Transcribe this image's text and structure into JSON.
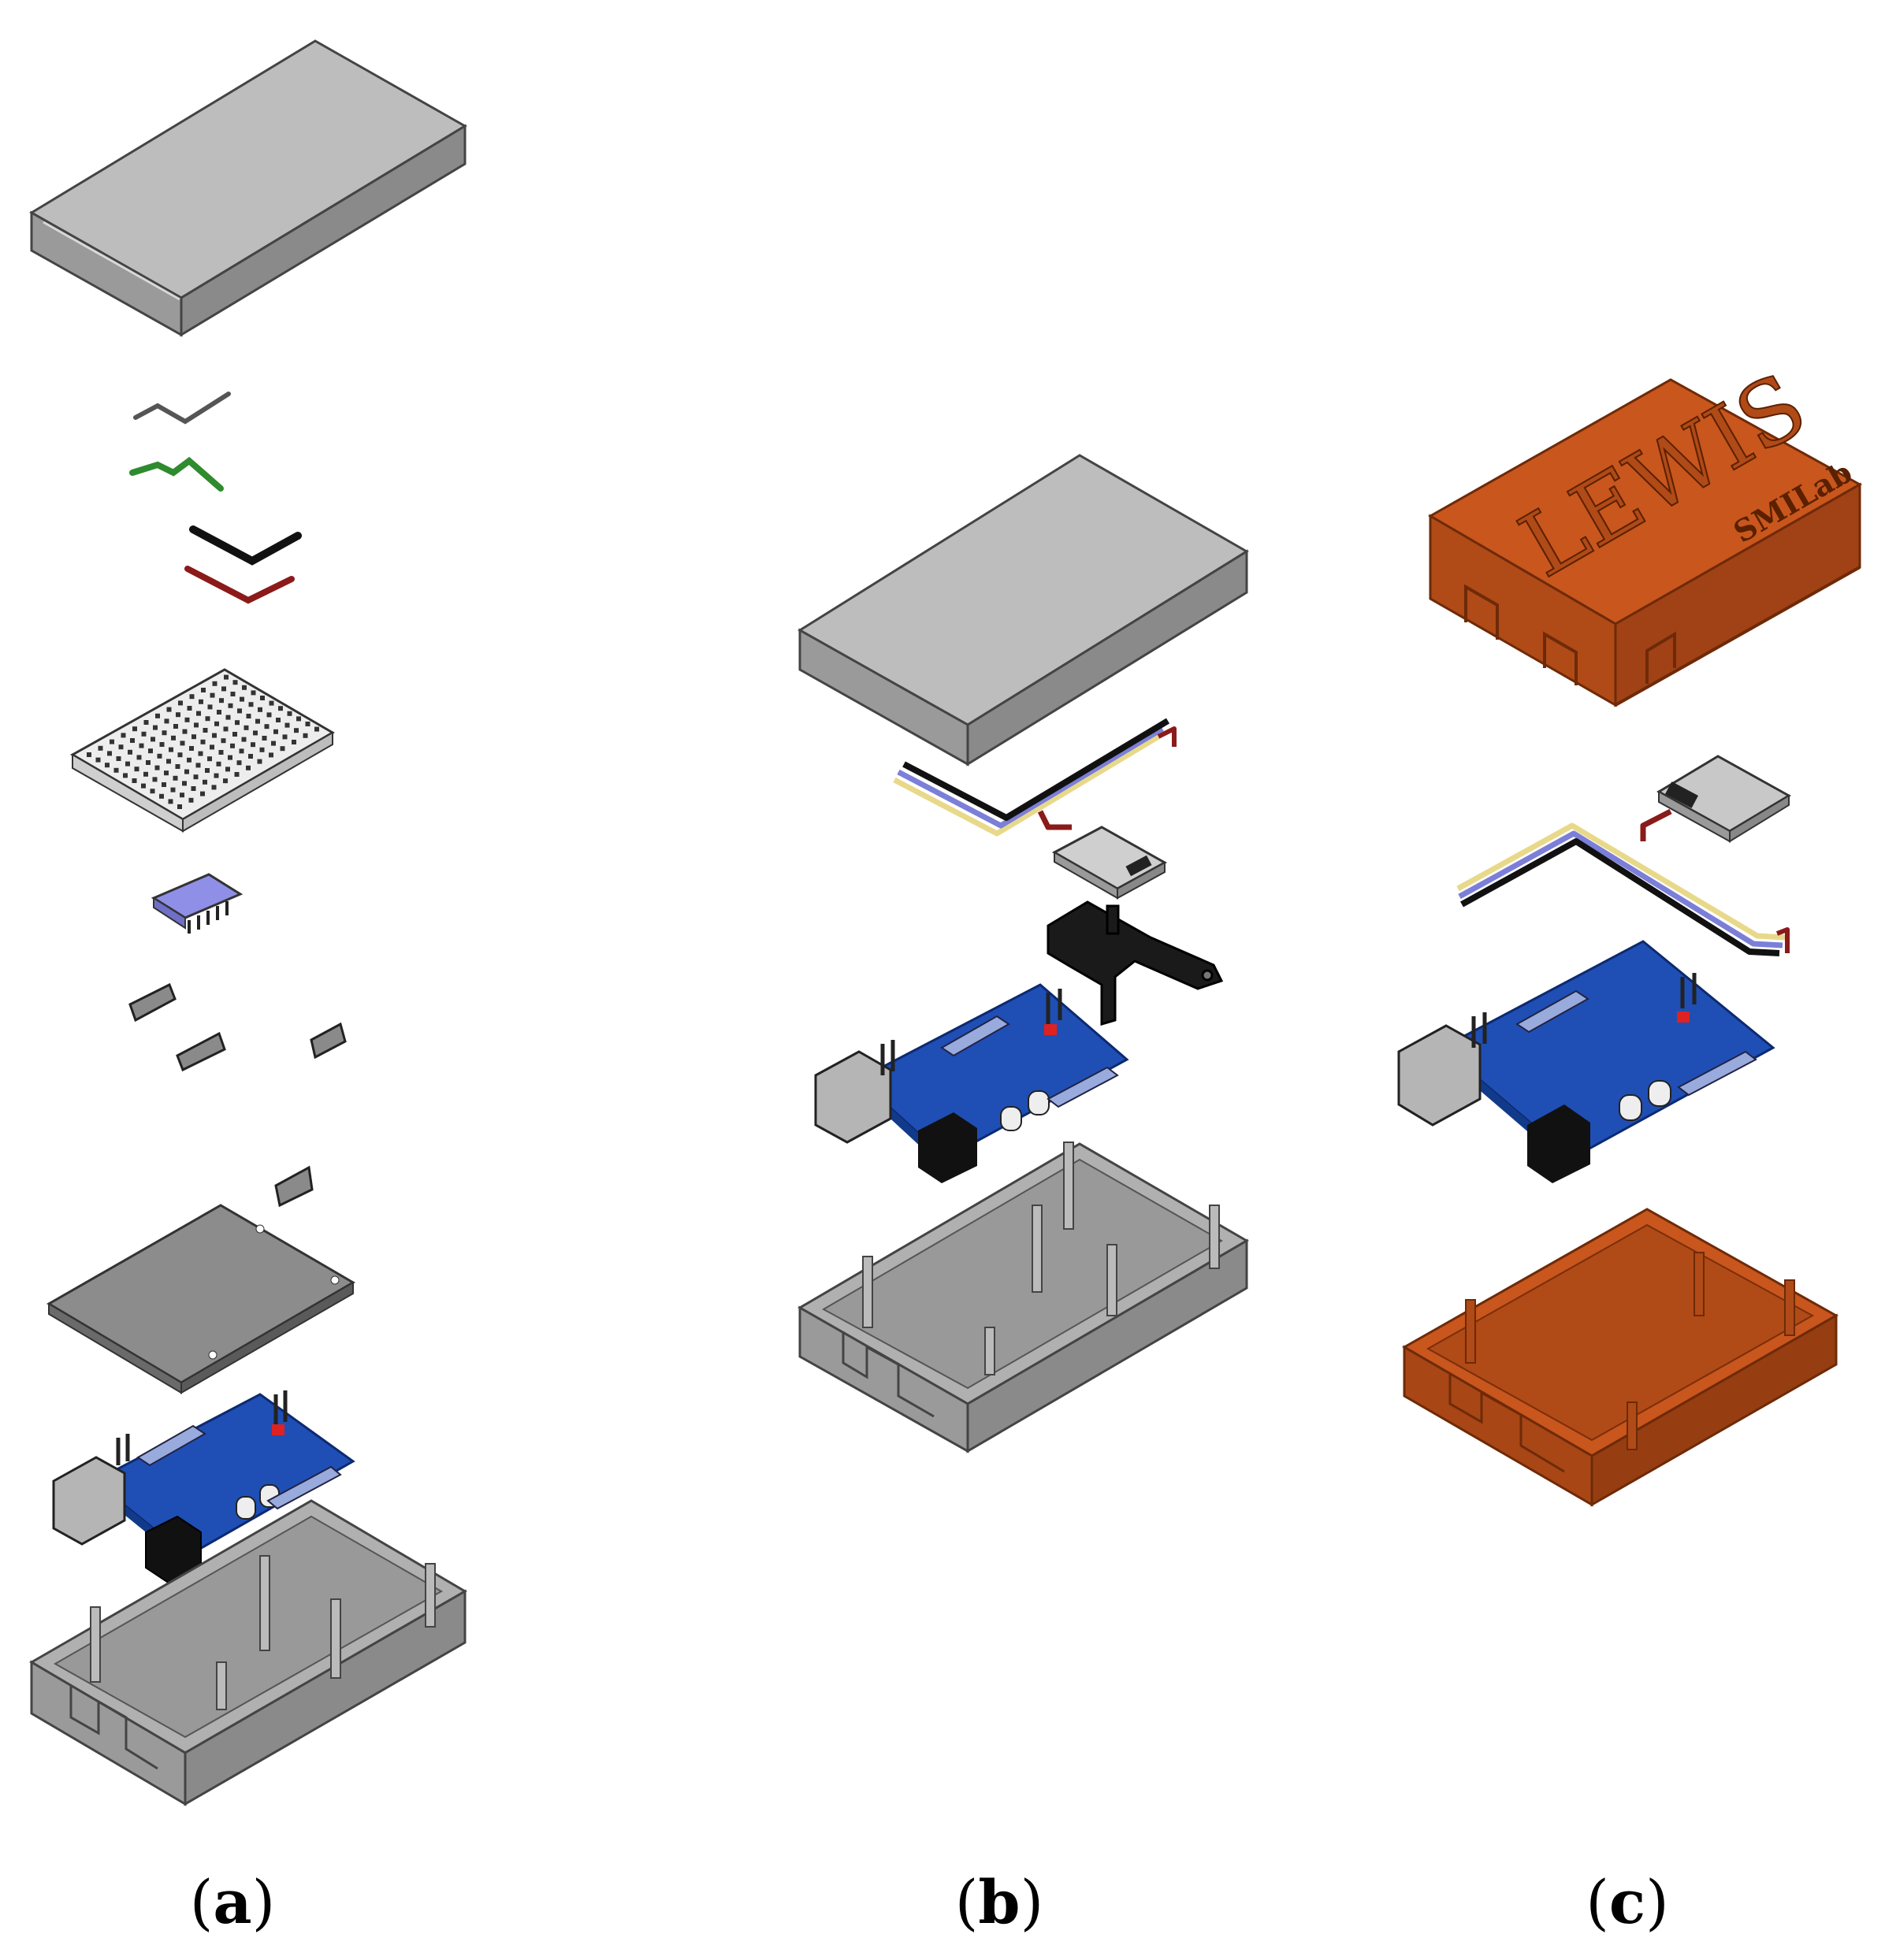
{
  "figure": {
    "panels": [
      {
        "id": "a",
        "label_open": "(",
        "label_letter": "a",
        "label_close": ")"
      },
      {
        "id": "b",
        "label_open": "(",
        "label_letter": "b",
        "label_close": ")"
      },
      {
        "id": "c",
        "label_open": "(",
        "label_letter": "c",
        "label_close": ")"
      }
    ],
    "lid_engraving": "LEWIS",
    "lid_engraving_small": "SMILab",
    "colors": {
      "enclosure_gray": "#a9a9a9",
      "enclosure_dark": "#7a7a7a",
      "enclosure_orange": "#c8561d",
      "enclosure_orange_dark": "#8f3a10",
      "board_blue": "#1f4fb4",
      "board_blue_dark": "#123a8a",
      "wire_black": "#111111",
      "wire_red": "#8b1a1a",
      "wire_green": "#2e8b2e",
      "wire_blue": "#7b7fd8",
      "wire_yellow": "#e8d98a",
      "perfboard": "#e8e8e8",
      "chip_purple": "#8f8fe8"
    }
  }
}
